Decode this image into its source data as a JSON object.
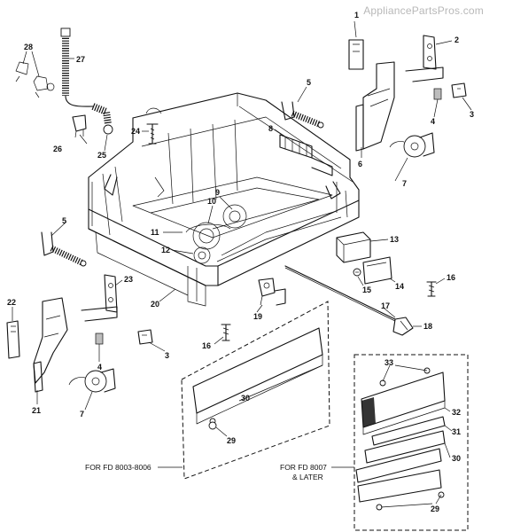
{
  "watermark": "AppliancePartsPros.com",
  "callouts": {
    "c1": "1",
    "c2": "2",
    "c3a": "3",
    "c3b": "3",
    "c4a": "4",
    "c4b": "4",
    "c5a": "5",
    "c5b": "5",
    "c6": "6",
    "c7a": "7",
    "c7b": "7",
    "c8": "8",
    "c9": "9",
    "c10": "10",
    "c11": "11",
    "c12": "12",
    "c13": "13",
    "c14": "14",
    "c15": "15",
    "c16a": "16",
    "c16b": "16",
    "c17": "17",
    "c18": "18",
    "c19": "19",
    "c20": "20",
    "c21": "21",
    "c22": "22",
    "c23": "23",
    "c24": "24",
    "c25": "25",
    "c26": "26",
    "c27": "27",
    "c28": "28",
    "c29a": "29",
    "c29b": "29",
    "c30a": "30",
    "c30b": "30",
    "c31": "31",
    "c32": "32",
    "c33": "33"
  },
  "captions": {
    "fd_early": "FOR FD 8003-8006",
    "fd_late_1": "FOR FD 8007",
    "fd_late_2": "& LATER"
  }
}
